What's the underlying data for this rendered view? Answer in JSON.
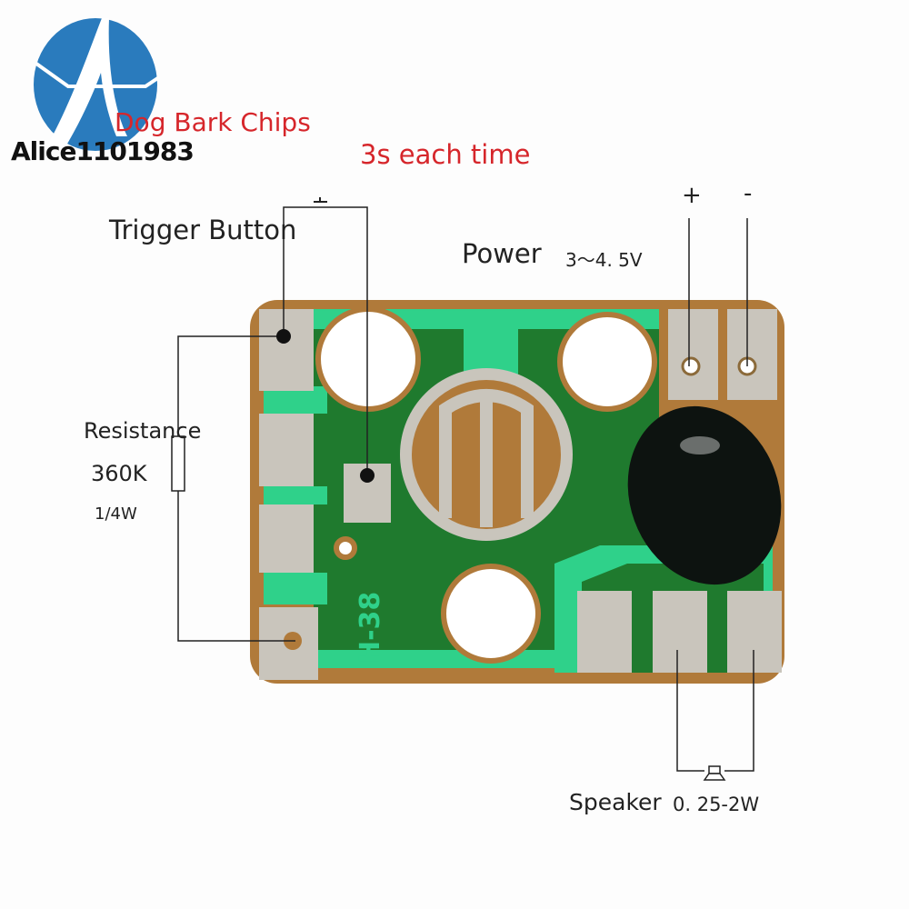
{
  "logo": {
    "text": "Alice1101983",
    "color": "#2a7bbd"
  },
  "title": "Dog Bark Chips",
  "subtitle": "3s each time",
  "labels": {
    "trigger": "Trigger Button",
    "power": "Power",
    "power_range": "3～4. 5V",
    "plus": "+",
    "minus": "-",
    "resistance": "Resistance",
    "resistance_value": "360K",
    "resistance_power": "1/4W",
    "speaker": "Speaker",
    "speaker_range": "0. 25-2W",
    "board_marking": "H-38"
  },
  "colors": {
    "title": "#d6262b",
    "pcb_green": "#1f7a2e",
    "pcb_trace": "#2fd18a",
    "pad": "#c9c5bc",
    "substrate": "#b07a3a"
  }
}
